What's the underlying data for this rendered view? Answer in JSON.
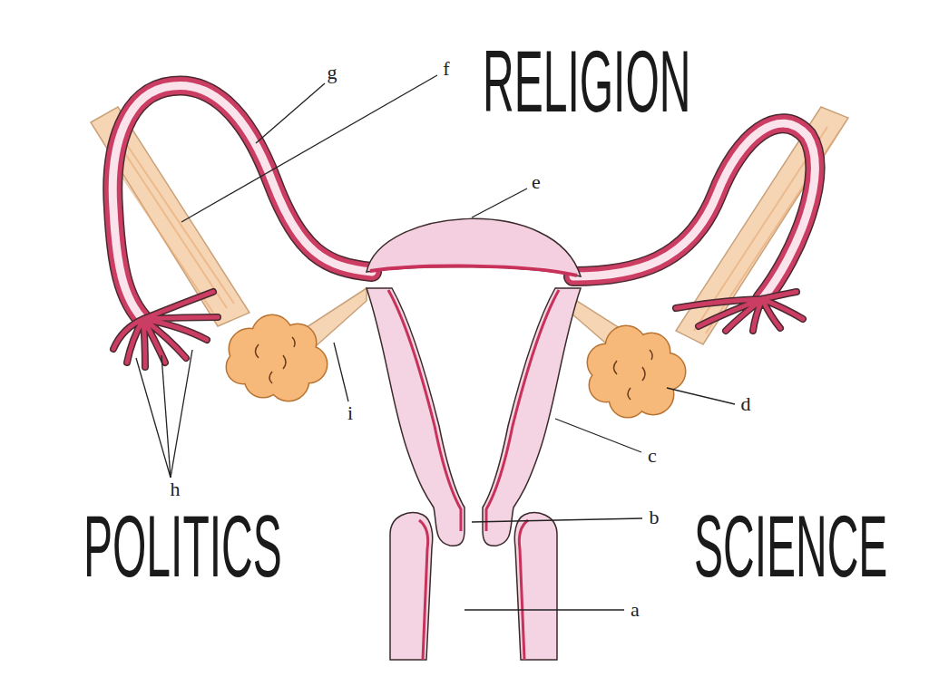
{
  "diagram": {
    "labels": [
      "g",
      "f",
      "RELIGION",
      "e",
      "d",
      "i",
      "c",
      "h",
      "b",
      "POLITICS",
      "SCIENCE",
      "a"
    ]
  }
}
